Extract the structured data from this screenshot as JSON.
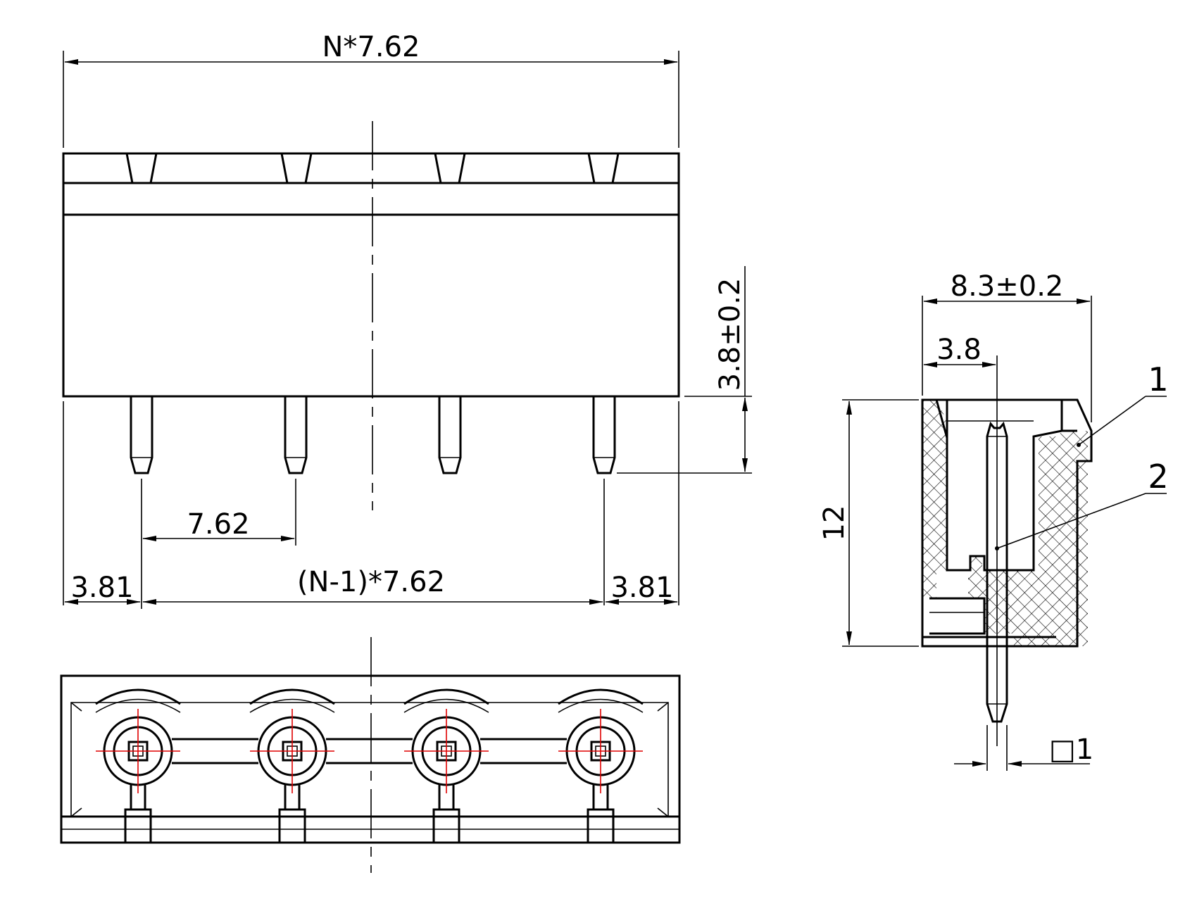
{
  "dimensions": {
    "overall_length": "N*7.62",
    "pin_pitch": "7.62",
    "pin_span": "(N-1)*7.62",
    "end_offset_left": "3.81",
    "end_offset_right": "3.81",
    "pin_length": "3.8±0.2",
    "side_width": "8.3±0.2",
    "side_offset": "3.8",
    "height": "12",
    "pin_square": "□1"
  },
  "callouts": {
    "housing": "1",
    "pin": "2"
  },
  "pin_count": 4
}
